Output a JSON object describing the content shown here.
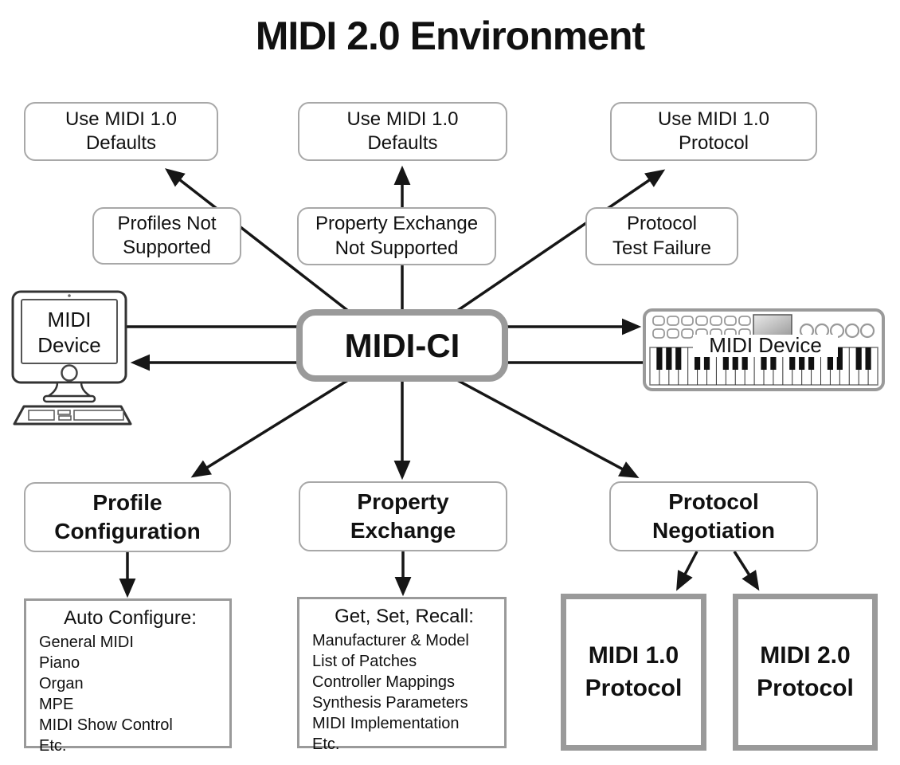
{
  "title": "MIDI 2.0 Environment",
  "center": {
    "label": "MIDI-CI"
  },
  "devices": {
    "left": {
      "line1": "MIDI",
      "line2": "Device"
    },
    "right": {
      "label": "MIDI Device"
    }
  },
  "fallback_boxes": {
    "left": "Use MIDI 1.0\nDefaults",
    "center": "Use MIDI 1.0\nDefaults",
    "right": "Use MIDI 1.0\nProtocol"
  },
  "failure_boxes": {
    "profiles": "Profiles Not\nSupported",
    "property_exchange": "Property Exchange\nNot Supported",
    "protocol": "Protocol\nTest Failure"
  },
  "capability_boxes": {
    "profile_configuration": "Profile\nConfiguration",
    "property_exchange": "Property\nExchange",
    "protocol_negotiation": "Protocol\nNegotiation"
  },
  "detail_lists": {
    "auto_configure": {
      "title": "Auto Configure:",
      "items": [
        "General MIDI",
        "Piano",
        "Organ",
        "MPE",
        "MIDI Show Control",
        "Etc."
      ]
    },
    "get_set_recall": {
      "title": "Get, Set, Recall:",
      "items": [
        "Manufacturer & Model",
        "List of Patches",
        "Controller Mappings",
        "Synthesis Parameters",
        "MIDI Implementation",
        "Etc."
      ]
    }
  },
  "protocol_boxes": {
    "midi_1_0": "MIDI 1.0\nProtocol",
    "midi_2_0": "MIDI 2.0\nProtocol"
  },
  "colors": {
    "line": "#161616",
    "thin_border": "#a8a8a8",
    "thick_border": "#9a9a9a"
  }
}
